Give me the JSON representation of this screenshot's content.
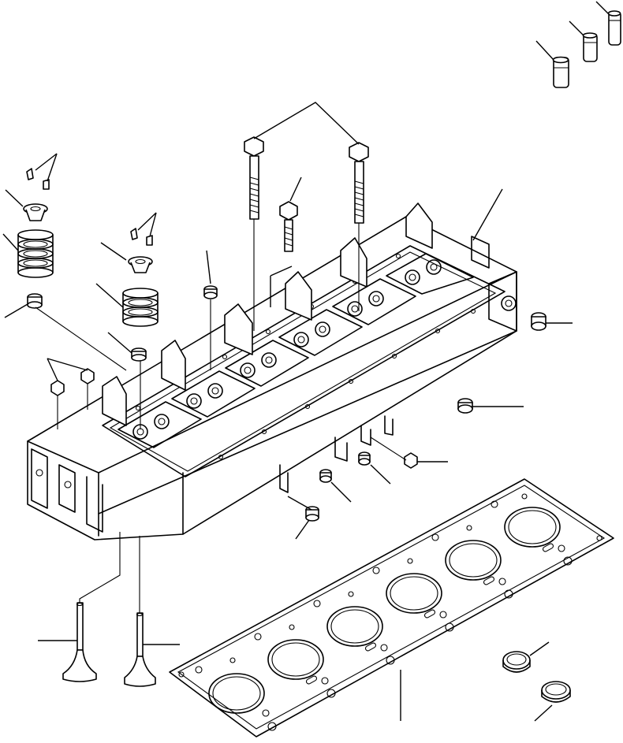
{
  "diagram": {
    "style": "exploded-view line drawing",
    "stroke_color": "#000000",
    "background_color": "#ffffff",
    "parts": [
      "cylinder-head",
      "head-bolt-long",
      "head-bolt-short",
      "cylinder-head-gasket",
      "intake-valve",
      "exhaust-valve",
      "valve-spring",
      "spring-retainer",
      "valve-keepers",
      "valve-stem-seal",
      "valve-tappet",
      "plug",
      "seal-ring"
    ],
    "labels": []
  }
}
